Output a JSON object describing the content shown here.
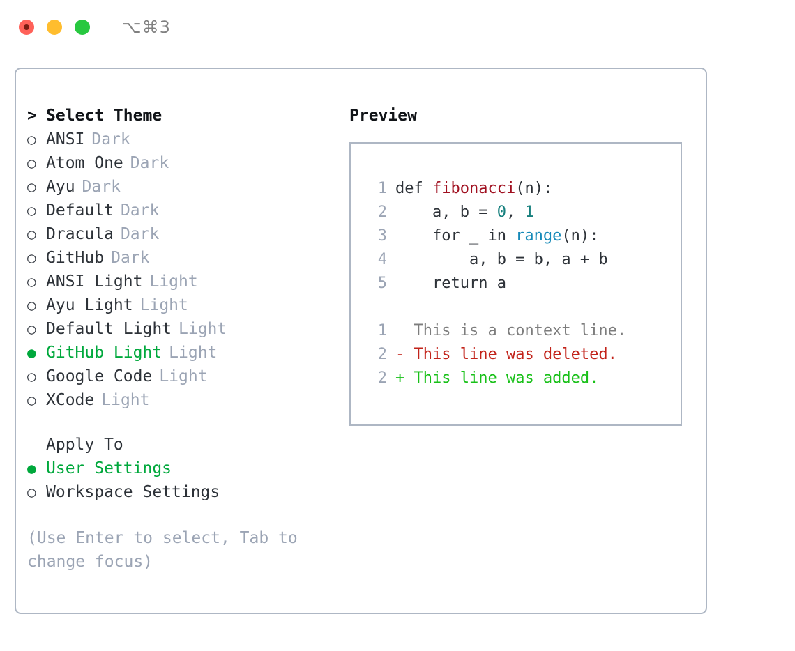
{
  "window": {
    "shortcut": "⌥⌘3",
    "traffic_lights": [
      "close-red",
      "minimize-yellow",
      "maximize-green"
    ]
  },
  "theme_panel": {
    "prompt_marker": ">",
    "title": "Select Theme",
    "bullet_unselected": "○",
    "bullet_selected": "●",
    "items": [
      {
        "name": "ANSI",
        "type": "Dark",
        "selected": false
      },
      {
        "name": "Atom One",
        "type": "Dark",
        "selected": false
      },
      {
        "name": "Ayu",
        "type": "Dark",
        "selected": false
      },
      {
        "name": "Default",
        "type": "Dark",
        "selected": false
      },
      {
        "name": "Dracula",
        "type": "Dark",
        "selected": false
      },
      {
        "name": "GitHub",
        "type": "Dark",
        "selected": false
      },
      {
        "name": "ANSI Light",
        "type": "Light",
        "selected": false
      },
      {
        "name": "Ayu Light",
        "type": "Light",
        "selected": false
      },
      {
        "name": "Default Light",
        "type": "Light",
        "selected": false
      },
      {
        "name": "GitHub Light",
        "type": "Light",
        "selected": true
      },
      {
        "name": "Google Code",
        "type": "Light",
        "selected": false
      },
      {
        "name": "XCode",
        "type": "Light",
        "selected": false
      }
    ]
  },
  "apply_to": {
    "title": "Apply To",
    "options": [
      {
        "name": "User Settings",
        "selected": true
      },
      {
        "name": "Workspace Settings",
        "selected": false
      }
    ]
  },
  "hint": "(Use Enter to select, Tab to change focus)",
  "preview": {
    "title": "Preview",
    "code_lines": [
      {
        "no": "1",
        "parts": [
          {
            "t": "def ",
            "c": "plain"
          },
          {
            "t": "fibonacci",
            "c": "fn"
          },
          {
            "t": "(n):",
            "c": "plain"
          }
        ]
      },
      {
        "no": "2",
        "parts": [
          {
            "t": "    a, b = ",
            "c": "plain"
          },
          {
            "t": "0",
            "c": "num"
          },
          {
            "t": ", ",
            "c": "plain"
          },
          {
            "t": "1",
            "c": "num"
          }
        ]
      },
      {
        "no": "3",
        "parts": [
          {
            "t": "    for _ in ",
            "c": "plain"
          },
          {
            "t": "range",
            "c": "call"
          },
          {
            "t": "(n):",
            "c": "plain"
          }
        ]
      },
      {
        "no": "4",
        "parts": [
          {
            "t": "        a, b = b, a + b",
            "c": "plain"
          }
        ]
      },
      {
        "no": "5",
        "parts": [
          {
            "t": "    return a",
            "c": "plain"
          }
        ]
      }
    ],
    "diff_lines": [
      {
        "no": "1",
        "sign": "  ",
        "text": "This is a context line.",
        "kind": "ctx"
      },
      {
        "no": "2",
        "sign": "- ",
        "text": "This line was deleted.",
        "kind": "del"
      },
      {
        "no": "2",
        "sign": "+ ",
        "text": "This line was added.",
        "kind": "add"
      }
    ]
  },
  "colors": {
    "accent_green": "#00a83c",
    "muted": "#9ba4b4",
    "border": "#aeb7c4",
    "diff_delete": "#c2231a",
    "diff_add": "#18c018",
    "token_function": "#a01020",
    "token_number": "#17807e",
    "token_call": "#1589b8"
  }
}
